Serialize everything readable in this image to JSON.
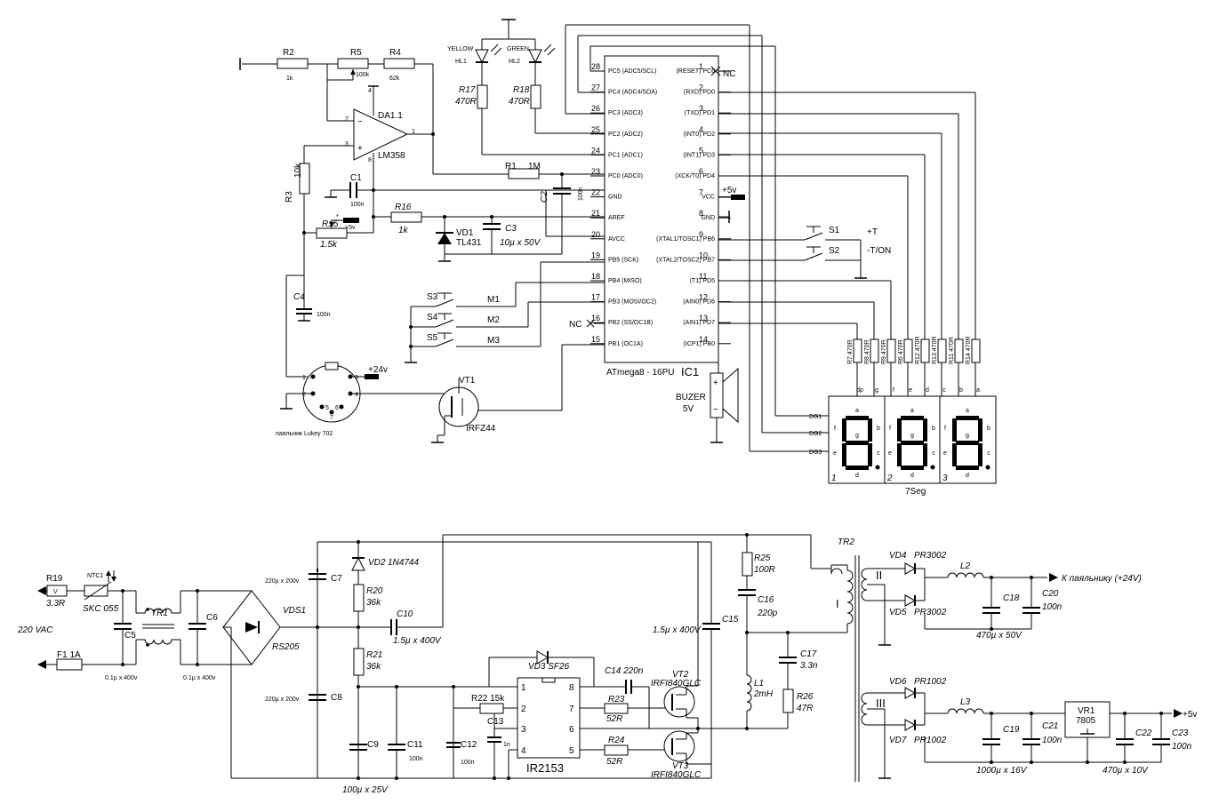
{
  "resistors": {
    "r1": {
      "ref": "R1",
      "val": "1M"
    },
    "r2": {
      "ref": "R2",
      "val": "1k"
    },
    "r3": {
      "ref": "R3",
      "val": "10k"
    },
    "r4": {
      "ref": "R4",
      "val": "62k"
    },
    "r5": {
      "ref": "R5",
      "val": "100k"
    },
    "r15": {
      "ref": "R15",
      "val": "1.5k",
      "mark": "*"
    },
    "r16": {
      "ref": "R16",
      "val": "1k"
    },
    "r17": {
      "ref": "R17",
      "val": "470R"
    },
    "r18": {
      "ref": "R18",
      "val": "470R"
    },
    "seg": [
      {
        "label": "R7 470R",
        "seg": "dp"
      },
      {
        "label": "R8 470R",
        "seg": "g"
      },
      {
        "label": "R9 470R",
        "seg": "f"
      },
      {
        "label": "R6 470R",
        "seg": "e"
      },
      {
        "label": "R12 470R",
        "seg": "d"
      },
      {
        "label": "R13 470R",
        "seg": "c"
      },
      {
        "label": "R11 470R",
        "seg": "b"
      },
      {
        "label": "R14 470R",
        "seg": "a"
      }
    ],
    "r19": {
      "ref": "R19",
      "val": "3.3R",
      "mark": "V"
    },
    "r20": {
      "ref": "R20",
      "val": "36k"
    },
    "r21": {
      "ref": "R21",
      "val": "36k"
    },
    "r22": {
      "ref": "R22 15k"
    },
    "r23": {
      "ref": "R23",
      "val": "52R"
    },
    "r24": {
      "ref": "R24",
      "val": "52R"
    },
    "r25": {
      "ref": "R25",
      "val": "100R"
    },
    "r26": {
      "ref": "R26",
      "val": "47R"
    }
  },
  "capacitors": {
    "c1": {
      "ref": "C1",
      "val": "100n"
    },
    "c2": {
      "ref": "C2",
      "val": "100n"
    },
    "c3": {
      "ref": "C3",
      "val": "10µ x 50V"
    },
    "c4": {
      "ref": "C4",
      "val": "100n"
    },
    "c5": {
      "ref": "C5",
      "val": "0.1µ x 400v"
    },
    "c6": {
      "ref": "C6",
      "val": "0.1µ x 400v"
    },
    "c7": {
      "ref": "C7",
      "val": "220µ x 200v"
    },
    "c8": {
      "ref": "C8",
      "val": "220µ x 200v"
    },
    "c9": {
      "ref": "C9",
      "val": "100µ x 25V"
    },
    "c10": {
      "ref": "C10",
      "val": "1.5µ x 400V"
    },
    "c11": {
      "ref": "C11",
      "val": "100n"
    },
    "c12": {
      "ref": "C12",
      "val": "100n"
    },
    "c13": {
      "ref": "C13",
      "val": "1n"
    },
    "c14": {
      "ref": "C14 220n"
    },
    "c15": {
      "ref": "C15",
      "val": "1.5µ x 400V"
    },
    "c16": {
      "ref": "C16",
      "val": "220p"
    },
    "c17": {
      "ref": "C17",
      "val": "3.3n"
    },
    "c18": {
      "ref": "C18",
      "val": "470µ x 50V"
    },
    "c19": {
      "ref": "C19",
      "val": "1000µ x 16V"
    },
    "c20": {
      "ref": "C20",
      "val": "100n"
    },
    "c21": {
      "ref": "C21",
      "val": "100n"
    },
    "c22": {
      "ref": "C22",
      "val": "470µ x 10V"
    },
    "c23": {
      "ref": "C23",
      "val": "100n"
    }
  },
  "semis": {
    "da1": {
      "ref": "DA1.1",
      "part": "LM358"
    },
    "vd1": {
      "ref": "VD1",
      "part": "TL431"
    },
    "hl1": {
      "ref": "HL1",
      "color": "YELLOW"
    },
    "hl2": {
      "ref": "HL2",
      "color": "GREEN"
    },
    "vt1": {
      "ref": "VT1",
      "part": "IRFZ44"
    },
    "vd2": {
      "ref": "VD2",
      "part": "1N4744"
    },
    "vd3": {
      "ref": "VD3 SF26"
    },
    "vds1": {
      "ref": "VDS1",
      "part": "RS205"
    },
    "vt2": {
      "ref": "VT2",
      "part": "IRFI840GLC"
    },
    "vt3": {
      "ref": "VT3",
      "part": "IRFI840GLC"
    },
    "vd4": {
      "ref": "VD4",
      "part": "PR3002"
    },
    "vd5": {
      "ref": "VD5",
      "part": "PR3002"
    },
    "vd6": {
      "ref": "VD6",
      "part": "PR1002"
    },
    "vd7": {
      "ref": "VD7",
      "part": "PR1002"
    },
    "vr1": {
      "ref": "VR1",
      "part": "7805"
    },
    "ir2153": {
      "name": "IR2153",
      "pins": [
        "1",
        "2",
        "3",
        "4",
        "5",
        "6",
        "7",
        "8"
      ]
    }
  },
  "mcu": {
    "ref": "IC1",
    "name": "ATmega8 - 16PU",
    "left_pins": [
      {
        "num": "28",
        "name": "PC5 (ADC5/SCL)"
      },
      {
        "num": "27",
        "name": "PC4 (ADC4/SDA)"
      },
      {
        "num": "26",
        "name": "PC3 (ADC3)"
      },
      {
        "num": "25",
        "name": "PC2 (ADC2)"
      },
      {
        "num": "24",
        "name": "PC1 (ADC1)"
      },
      {
        "num": "23",
        "name": "PC0 (ADC0)"
      },
      {
        "num": "22",
        "name": "GND"
      },
      {
        "num": "21",
        "name": "AREF"
      },
      {
        "num": "20",
        "name": "AVCC"
      },
      {
        "num": "19",
        "name": "PB5 (SCK)"
      },
      {
        "num": "18",
        "name": "PB4 (MISO)"
      },
      {
        "num": "17",
        "name": "PB3 (MOSI/OC2)"
      },
      {
        "num": "16",
        "name": "PB2 (SS/OC1B)"
      },
      {
        "num": "15",
        "name": "PB1 (OC1A)"
      }
    ],
    "right_pins": [
      {
        "num": "1",
        "name": "(RESET) PC6"
      },
      {
        "num": "2",
        "name": "(RXD) PD0"
      },
      {
        "num": "3",
        "name": "(TXD) PD1"
      },
      {
        "num": "4",
        "name": "(INT0) PD2"
      },
      {
        "num": "5",
        "name": "(INT1) PD3"
      },
      {
        "num": "6",
        "name": "(XCK/T0) PD4"
      },
      {
        "num": "7",
        "name": "VCC"
      },
      {
        "num": "8",
        "name": "GND"
      },
      {
        "num": "9",
        "name": "(XTAL1/TOSC1) PB6"
      },
      {
        "num": "10",
        "name": "(XTAL2/TOSC2) PB7"
      },
      {
        "num": "11",
        "name": "(T1) PD5"
      },
      {
        "num": "12",
        "name": "(AIN0) PD6"
      },
      {
        "num": "13",
        "name": "(AIN1) PD7"
      },
      {
        "num": "14",
        "name": "(ICP1) PB0"
      }
    ]
  },
  "switches": {
    "s1": {
      "ref": "S1",
      "func": "+T"
    },
    "s2": {
      "ref": "S2",
      "func": "-T/ON"
    },
    "s3": {
      "ref": "S3",
      "func": "M1"
    },
    "s4": {
      "ref": "S4",
      "func": "M2"
    },
    "s5": {
      "ref": "S5",
      "func": "M3"
    }
  },
  "misc": {
    "nc": "NC",
    "vcc": "+5v",
    "v24": "+24v",
    "buzzer": "BUZER",
    "buzzer_v": "5V",
    "iron": "паяльник Lukey 702",
    "display": "7Seg",
    "digits": [
      "DG1",
      "DG2",
      "DG3"
    ],
    "digit_nums": [
      "1",
      "2",
      "3"
    ],
    "seg_letters": [
      "a",
      "b",
      "c",
      "d",
      "e",
      "f",
      "g"
    ],
    "pin_labels": [
      "dp",
      "g",
      "f",
      "e",
      "d",
      "c",
      "b",
      "a"
    ],
    "conn_pins": [
      "1",
      "2",
      "3",
      "4",
      "5",
      "6",
      "7"
    ],
    "ntc": "NTC1",
    "skc": "SKC 055",
    "fuse": "F1 1A",
    "mains": "220 VAC",
    "tr1": "TR1",
    "tr2": "TR2",
    "wind1": "I",
    "wind2": "II",
    "wind3": "III",
    "l1": {
      "ref": "L1",
      "val": "2mH"
    },
    "l2": "L2",
    "l3": "L3",
    "out24": "К паяльнику (+24V)",
    "out5": "+5v"
  }
}
